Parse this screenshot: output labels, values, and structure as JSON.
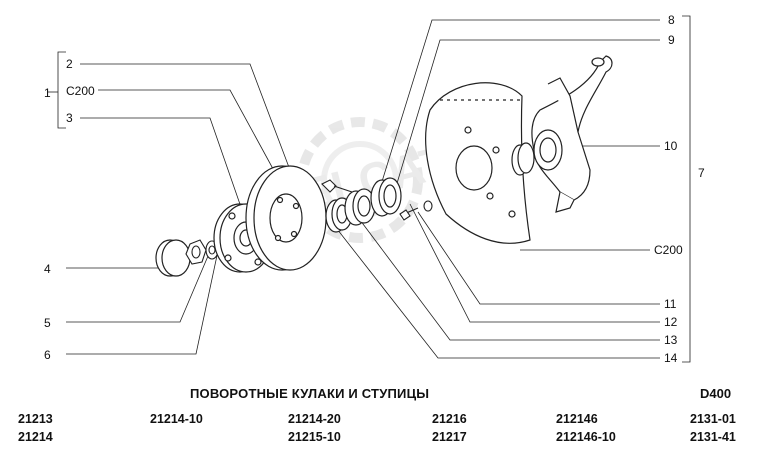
{
  "callouts": {
    "c1": "1",
    "c2": "2",
    "c200_left": "C200",
    "c3": "3",
    "c4": "4",
    "c5": "5",
    "c6": "6",
    "c7": "7",
    "c8": "8",
    "c9": "9",
    "c10": "10",
    "c200_right": "C200",
    "c11": "11",
    "c12": "12",
    "c13": "13",
    "c14": "14"
  },
  "title": "ПОВОРОТНЫЕ КУЛАКИ И СТУПИЦЫ",
  "section_code": "D400",
  "watermark": "ELCAT",
  "models": [
    [
      "21213",
      "21214-10",
      "21214-20",
      "21216",
      "212146",
      "2131-01"
    ],
    [
      "21214",
      "",
      "21215-10",
      "21217",
      "212146-10",
      "2131-41"
    ]
  ]
}
